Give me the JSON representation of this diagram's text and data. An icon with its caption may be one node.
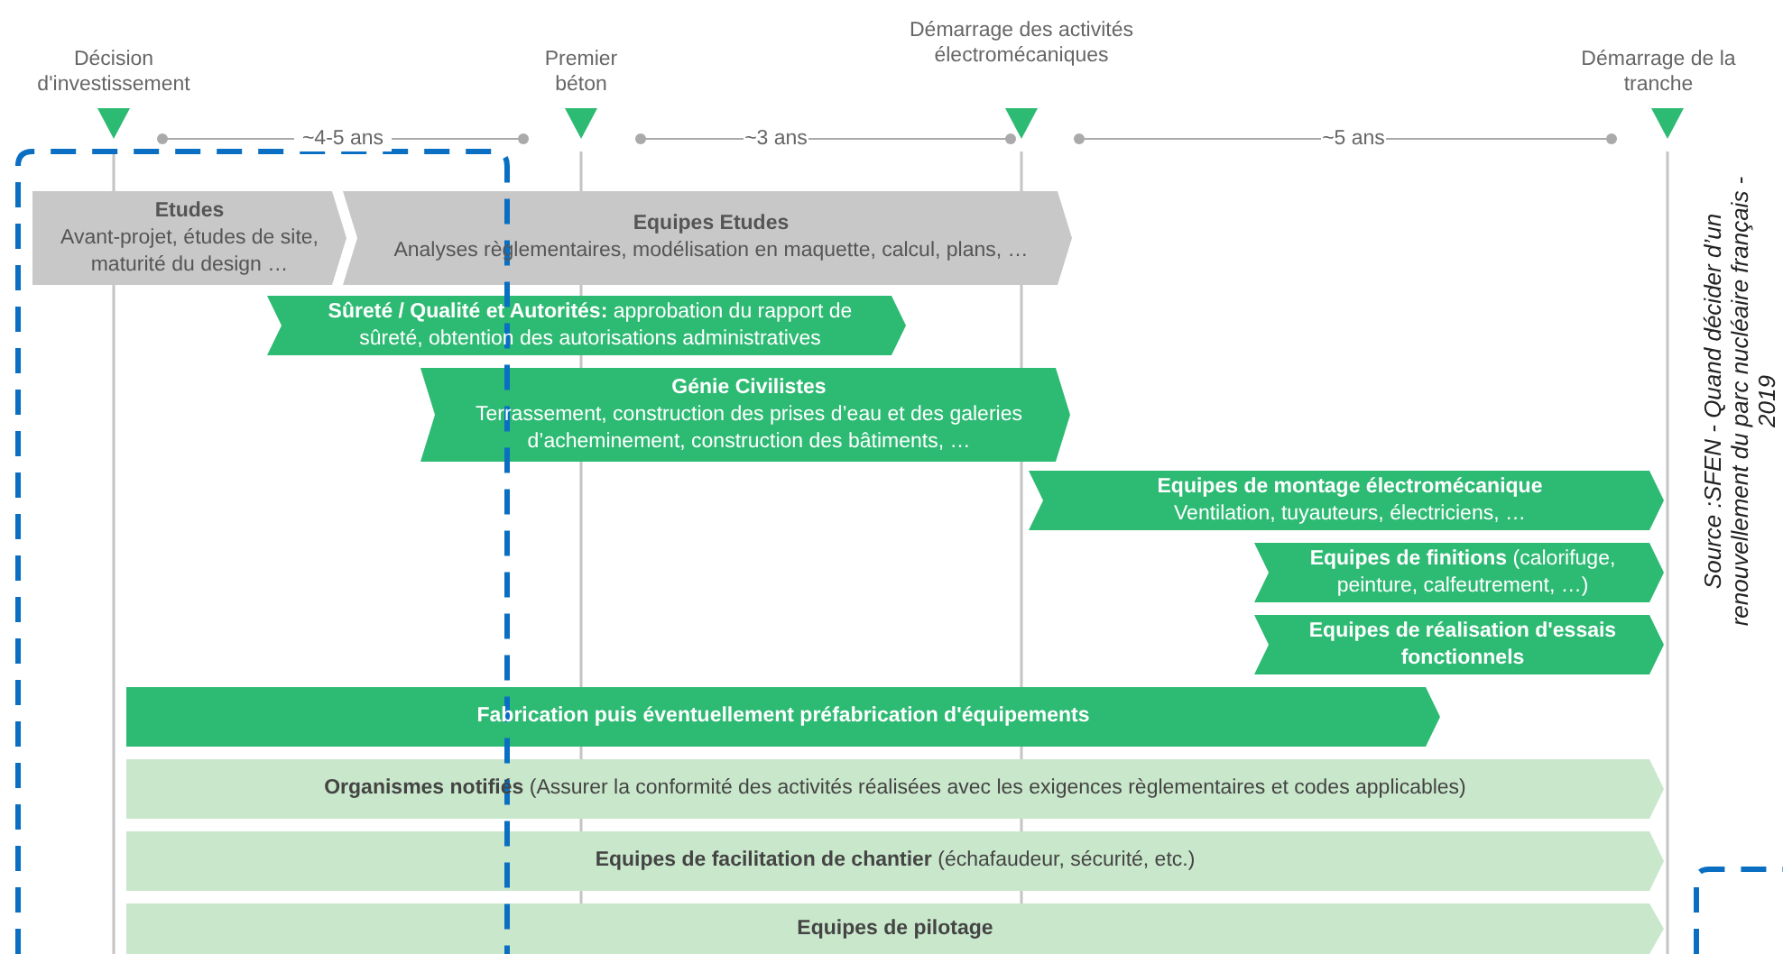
{
  "diagram": {
    "nodes": [
      {
        "text": [
          "Etudes",
          "Avant-projet, études de site, maturité du design …"
        ]
      },
      {
        "text": [
          "Equipes Etudes",
          "Analyses règlementaires, modélisation en maquette, calcul, plans, …"
        ]
      },
      {
        "text": [
          "**Sûreté / Qualité  et Autorités:** approbation du rapport de sûreté, obtention des autorisations administratives"
        ]
      },
      {
        "text": [
          "Génie Civilistes",
          "Terrassement, construction des prises d’eau et des galeries d’acheminement, construction des bâtiments, …"
        ]
      },
      {
        "text": [
          "Equipes de montage électromécanique",
          "Ventilation, tuyauteurs, électriciens, …"
        ]
      },
      {
        "text": [
          "**Equipes de finitions** (calorifuge, peinture, calfeutrement, …)"
        ]
      },
      {
        "text": [
          "Equipes de réalisation d'essais fonctionnels"
        ]
      },
      {
        "text": [
          "Fabrication puis éventuellement préfabrication d'équipements"
        ]
      },
      {
        "text": [
          "**Organismes notifiés** (Assurer la conformité des activités réalisées avec les exigences règlementaires et codes applicables)"
        ]
      },
      {
        "text": [
          "**Equipes de facilitation de chantier** (échafaudeur, sécurité, etc.)"
        ]
      },
      {
        "text": [
          "Equipes de pilotage"
        ]
      }
    ],
    "labels": [
      "Décision d'investissement",
      "Premier béton",
      "Démarrage des activités électromécaniques",
      "Démarrage de la tranche",
      "~4-5 ans",
      "~3 ans",
      "~5 ans",
      "Source :SFEN - Quand décider d’un renouvellement du parc nucléaire français - 2019"
    ]
  }
}
